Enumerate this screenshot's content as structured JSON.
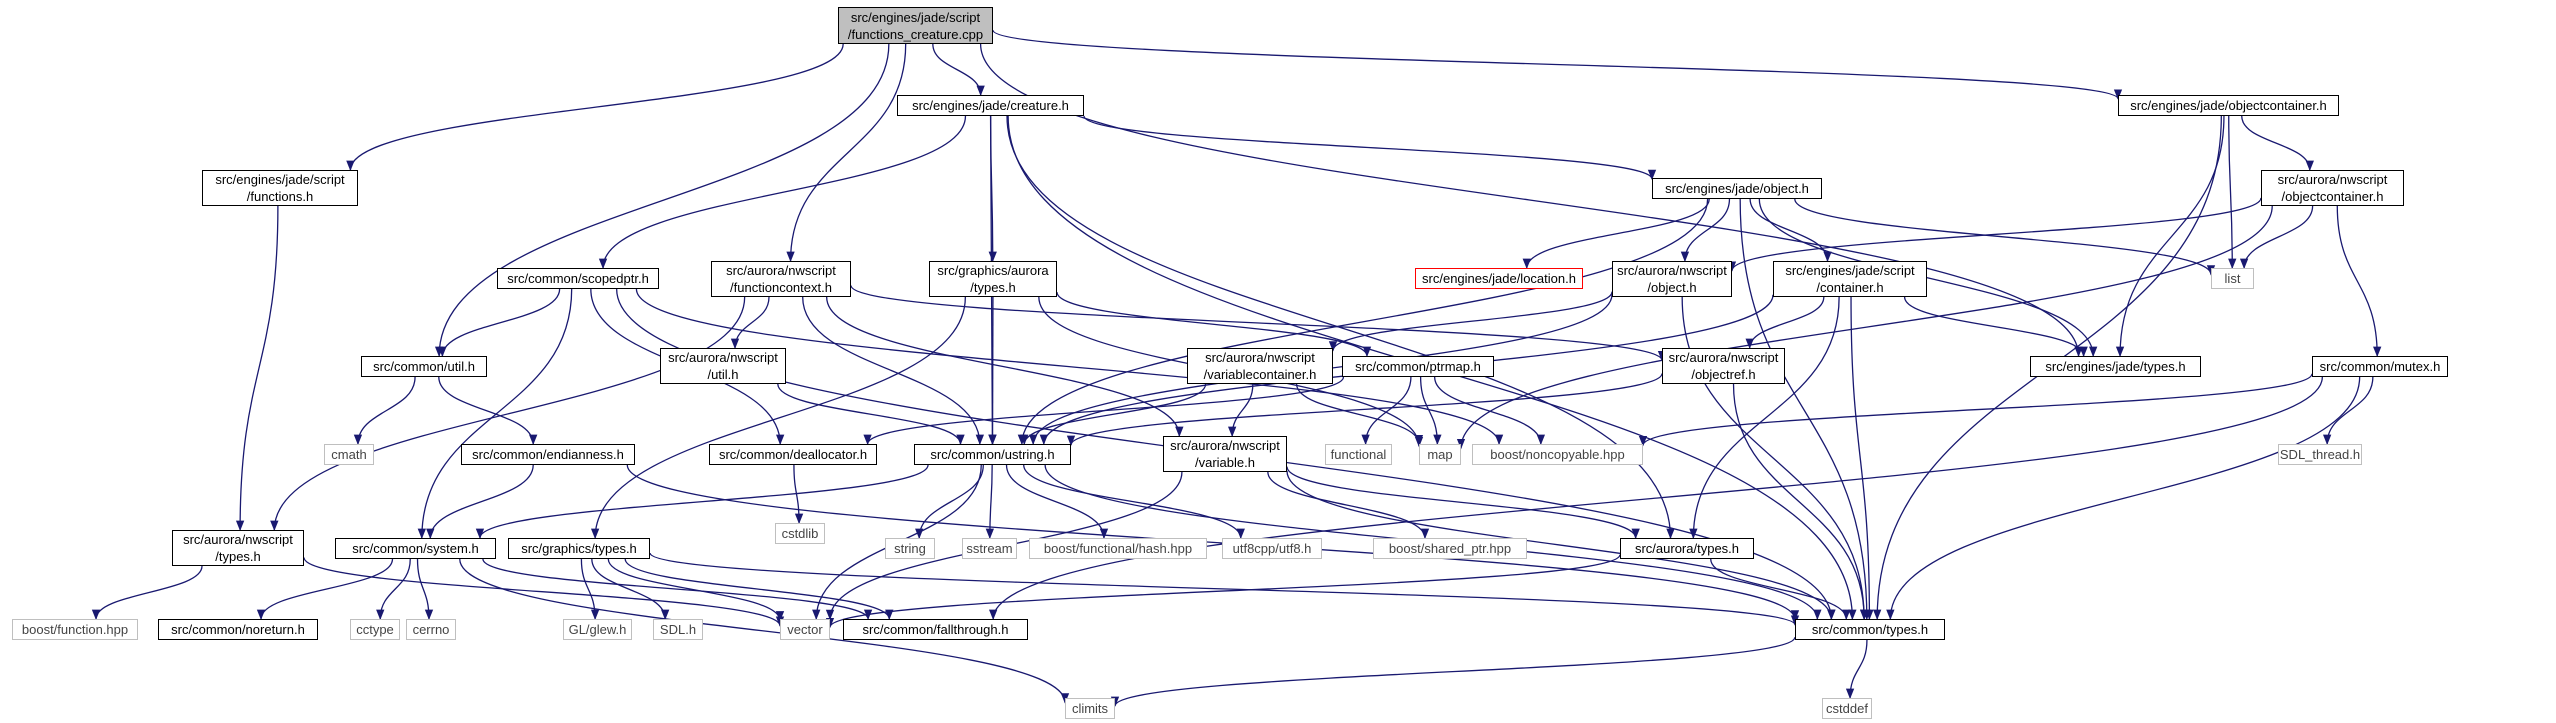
{
  "graph": {
    "edge_color": "#191970",
    "root_fill": "#bfbfbf",
    "missing_border": "#ff0000",
    "external_border": "#bfbfbf",
    "nodes": [
      {
        "id": "root",
        "label": "src/engines/jade/script\n/functions_creature.cpp",
        "kind": "root"
      },
      {
        "id": "functions_h",
        "label": "src/engines/jade/script\n/functions.h",
        "kind": "link"
      },
      {
        "id": "creature_h",
        "label": "src/engines/jade/creature.h",
        "kind": "link"
      },
      {
        "id": "objectcontainer_h",
        "label": "src/engines/jade/objectcontainer.h",
        "kind": "link"
      },
      {
        "id": "scopedptr_h",
        "label": "src/common/scopedptr.h",
        "kind": "link"
      },
      {
        "id": "functioncontext_h",
        "label": "src/aurora/nwscript\n/functioncontext.h",
        "kind": "link"
      },
      {
        "id": "graphics_aurora_types_h",
        "label": "src/graphics/aurora\n/types.h",
        "kind": "link"
      },
      {
        "id": "jade_object_h",
        "label": "src/engines/jade/object.h",
        "kind": "link"
      },
      {
        "id": "nws_objectcontainer_h",
        "label": "src/aurora/nwscript\n/objectcontainer.h",
        "kind": "link"
      },
      {
        "id": "location_h",
        "label": "src/engines/jade/location.h",
        "kind": "missing"
      },
      {
        "id": "nws_object_h",
        "label": "src/aurora/nwscript\n/object.h",
        "kind": "link"
      },
      {
        "id": "container_h",
        "label": "src/engines/jade/script\n/container.h",
        "kind": "link"
      },
      {
        "id": "list",
        "label": "list",
        "kind": "ext"
      },
      {
        "id": "util_h",
        "label": "src/common/util.h",
        "kind": "link"
      },
      {
        "id": "nws_util_h",
        "label": "src/aurora/nwscript\n/util.h",
        "kind": "link"
      },
      {
        "id": "variablecontainer_h",
        "label": "src/aurora/nwscript\n/variablecontainer.h",
        "kind": "link"
      },
      {
        "id": "ptrmap_h",
        "label": "src/common/ptrmap.h",
        "kind": "link"
      },
      {
        "id": "objectref_h",
        "label": "src/aurora/nwscript\n/objectref.h",
        "kind": "link"
      },
      {
        "id": "jade_types_h",
        "label": "src/engines/jade/types.h",
        "kind": "link"
      },
      {
        "id": "mutex_h",
        "label": "src/common/mutex.h",
        "kind": "link"
      },
      {
        "id": "cmath",
        "label": "cmath",
        "kind": "ext"
      },
      {
        "id": "endianness_h",
        "label": "src/common/endianness.h",
        "kind": "link"
      },
      {
        "id": "deallocator_h",
        "label": "src/common/deallocator.h",
        "kind": "link"
      },
      {
        "id": "ustring_h",
        "label": "src/common/ustring.h",
        "kind": "link"
      },
      {
        "id": "variable_h",
        "label": "src/aurora/nwscript\n/variable.h",
        "kind": "link"
      },
      {
        "id": "functional",
        "label": "functional",
        "kind": "ext"
      },
      {
        "id": "map",
        "label": "map",
        "kind": "ext"
      },
      {
        "id": "noncopyable_hpp",
        "label": "boost/noncopyable.hpp",
        "kind": "ext"
      },
      {
        "id": "sdl_thread_h",
        "label": "SDL_thread.h",
        "kind": "ext"
      },
      {
        "id": "cstdlib",
        "label": "cstdlib",
        "kind": "ext"
      },
      {
        "id": "nws_types_h",
        "label": "src/aurora/nwscript\n/types.h",
        "kind": "link"
      },
      {
        "id": "system_h",
        "label": "src/common/system.h",
        "kind": "link"
      },
      {
        "id": "graphics_types_h",
        "label": "src/graphics/types.h",
        "kind": "link"
      },
      {
        "id": "string",
        "label": "string",
        "kind": "ext"
      },
      {
        "id": "sstream",
        "label": "sstream",
        "kind": "ext"
      },
      {
        "id": "hash_hpp",
        "label": "boost/functional/hash.hpp",
        "kind": "ext"
      },
      {
        "id": "utf8_h",
        "label": "utf8cpp/utf8.h",
        "kind": "ext"
      },
      {
        "id": "shared_ptr_hpp",
        "label": "boost/shared_ptr.hpp",
        "kind": "ext"
      },
      {
        "id": "aurora_types_h",
        "label": "src/aurora/types.h",
        "kind": "link"
      },
      {
        "id": "function_hpp",
        "label": "boost/function.hpp",
        "kind": "ext"
      },
      {
        "id": "noreturn_h",
        "label": "src/common/noreturn.h",
        "kind": "link"
      },
      {
        "id": "cctype",
        "label": "cctype",
        "kind": "ext"
      },
      {
        "id": "cerrno",
        "label": "cerrno",
        "kind": "ext"
      },
      {
        "id": "glew_h",
        "label": "GL/glew.h",
        "kind": "ext"
      },
      {
        "id": "sdl_h",
        "label": "SDL.h",
        "kind": "ext"
      },
      {
        "id": "vector",
        "label": "vector",
        "kind": "ext"
      },
      {
        "id": "fallthrough_h",
        "label": "src/common/fallthrough.h",
        "kind": "link"
      },
      {
        "id": "common_types_h",
        "label": "src/common/types.h",
        "kind": "link"
      },
      {
        "id": "climits",
        "label": "climits",
        "kind": "ext"
      },
      {
        "id": "cstddef",
        "label": "cstddef",
        "kind": "ext"
      }
    ],
    "edges": [
      [
        "root",
        "functions_h"
      ],
      [
        "root",
        "creature_h"
      ],
      [
        "root",
        "objectcontainer_h"
      ],
      [
        "root",
        "util_h"
      ],
      [
        "root",
        "functioncontext_h"
      ],
      [
        "root",
        "jade_types_h"
      ],
      [
        "functions_h",
        "nws_types_h"
      ],
      [
        "creature_h",
        "scopedptr_h"
      ],
      [
        "creature_h",
        "graphics_aurora_types_h"
      ],
      [
        "creature_h",
        "jade_object_h"
      ],
      [
        "creature_h",
        "ustring_h"
      ],
      [
        "creature_h",
        "aurora_types_h"
      ],
      [
        "creature_h",
        "common_types_h"
      ],
      [
        "objectcontainer_h",
        "nws_objectcontainer_h"
      ],
      [
        "objectcontainer_h",
        "list"
      ],
      [
        "objectcontainer_h",
        "jade_types_h"
      ],
      [
        "objectcontainer_h",
        "common_types_h"
      ],
      [
        "scopedptr_h",
        "util_h"
      ],
      [
        "scopedptr_h",
        "system_h"
      ],
      [
        "scopedptr_h",
        "deallocator_h"
      ],
      [
        "scopedptr_h",
        "noncopyable_hpp"
      ],
      [
        "scopedptr_h",
        "common_types_h"
      ],
      [
        "functioncontext_h",
        "nws_util_h"
      ],
      [
        "functioncontext_h",
        "ustring_h"
      ],
      [
        "functioncontext_h",
        "variable_h"
      ],
      [
        "functioncontext_h",
        "nws_types_h"
      ],
      [
        "functioncontext_h",
        "objectref_h"
      ],
      [
        "graphics_aurora_types_h",
        "ustring_h"
      ],
      [
        "graphics_aurora_types_h",
        "graphics_types_h"
      ],
      [
        "graphics_aurora_types_h",
        "map"
      ],
      [
        "graphics_aurora_types_h",
        "ptrmap_h"
      ],
      [
        "jade_object_h",
        "location_h"
      ],
      [
        "jade_object_h",
        "nws_object_h"
      ],
      [
        "jade_object_h",
        "container_h"
      ],
      [
        "jade_object_h",
        "list"
      ],
      [
        "jade_object_h",
        "jade_types_h"
      ],
      [
        "jade_object_h",
        "ustring_h"
      ],
      [
        "jade_object_h",
        "common_types_h"
      ],
      [
        "nws_objectcontainer_h",
        "nws_object_h"
      ],
      [
        "nws_objectcontainer_h",
        "list"
      ],
      [
        "nws_objectcontainer_h",
        "map"
      ],
      [
        "nws_objectcontainer_h",
        "mutex_h"
      ],
      [
        "nws_object_h",
        "variablecontainer_h"
      ],
      [
        "nws_object_h",
        "ustring_h"
      ],
      [
        "nws_object_h",
        "common_types_h"
      ],
      [
        "container_h",
        "objectref_h"
      ],
      [
        "container_h",
        "aurora_types_h"
      ],
      [
        "container_h",
        "jade_types_h"
      ],
      [
        "container_h",
        "common_types_h"
      ],
      [
        "container_h",
        "ustring_h"
      ],
      [
        "util_h",
        "cmath"
      ],
      [
        "util_h",
        "endianness_h"
      ],
      [
        "nws_util_h",
        "ustring_h"
      ],
      [
        "variablecontainer_h",
        "ustring_h"
      ],
      [
        "variablecontainer_h",
        "map"
      ],
      [
        "variablecontainer_h",
        "variable_h"
      ],
      [
        "ptrmap_h",
        "deallocator_h"
      ],
      [
        "ptrmap_h",
        "functional"
      ],
      [
        "ptrmap_h",
        "map"
      ],
      [
        "ptrmap_h",
        "noncopyable_hpp"
      ],
      [
        "objectref_h",
        "ustring_h"
      ],
      [
        "objectref_h",
        "common_types_h"
      ],
      [
        "mutex_h",
        "noncopyable_hpp"
      ],
      [
        "mutex_h",
        "sdl_thread_h"
      ],
      [
        "mutex_h",
        "fallthrough_h"
      ],
      [
        "mutex_h",
        "common_types_h"
      ],
      [
        "endianness_h",
        "system_h"
      ],
      [
        "endianness_h",
        "common_types_h"
      ],
      [
        "deallocator_h",
        "cstdlib"
      ],
      [
        "ustring_h",
        "string"
      ],
      [
        "ustring_h",
        "sstream"
      ],
      [
        "ustring_h",
        "vector"
      ],
      [
        "ustring_h",
        "hash_hpp"
      ],
      [
        "ustring_h",
        "utf8_h"
      ],
      [
        "ustring_h",
        "common_types_h"
      ],
      [
        "ustring_h",
        "system_h"
      ],
      [
        "variable_h",
        "shared_ptr_hpp"
      ],
      [
        "variable_h",
        "aurora_types_h"
      ],
      [
        "variable_h",
        "vector"
      ],
      [
        "variable_h",
        "common_types_h"
      ],
      [
        "nws_types_h",
        "function_hpp"
      ],
      [
        "nws_types_h",
        "vector"
      ],
      [
        "system_h",
        "noreturn_h"
      ],
      [
        "system_h",
        "cctype"
      ],
      [
        "system_h",
        "cerrno"
      ],
      [
        "system_h",
        "fallthrough_h"
      ],
      [
        "system_h",
        "climits"
      ],
      [
        "graphics_types_h",
        "glew_h"
      ],
      [
        "graphics_types_h",
        "sdl_h"
      ],
      [
        "graphics_types_h",
        "vector"
      ],
      [
        "graphics_types_h",
        "common_types_h"
      ],
      [
        "graphics_types_h",
        "fallthrough_h"
      ],
      [
        "aurora_types_h",
        "vector"
      ],
      [
        "aurora_types_h",
        "common_types_h"
      ],
      [
        "common_types_h",
        "climits"
      ],
      [
        "common_types_h",
        "cstddef"
      ]
    ]
  }
}
